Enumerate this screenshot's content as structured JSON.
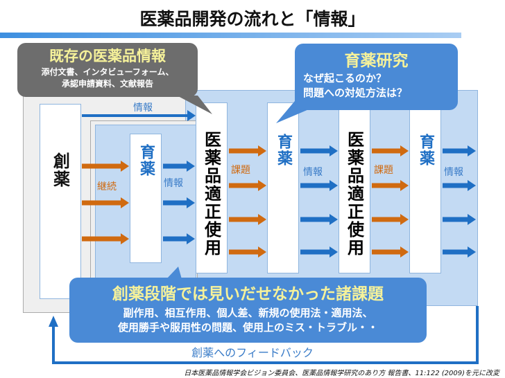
{
  "title": "医薬品開発の流れと「情報」",
  "columns": {
    "drug_discovery": "創薬",
    "ikuyaku": "育薬",
    "proper_use": "医薬品適正使用"
  },
  "labels": {
    "info": "情報",
    "continuation": "継続",
    "issues": "課題"
  },
  "callout_existing": {
    "heading": "既存の医薬品情報",
    "line1": "添付文書、インタビューフォーム、",
    "line2": "承認申請資料、文献報告"
  },
  "callout_research": {
    "heading": "育薬研究",
    "line1": "なぜ起こるのか？",
    "line2": "問題への対処方法は？"
  },
  "callout_issues": {
    "heading": "創薬段階では見いだせなかった諸課題",
    "line1": "副作用、相互作用、個人差、新規の使用法・適用法、",
    "line2": "使用勝手や服用性の問題、使用上のミス・トラブル・・"
  },
  "feedback": "創薬へのフィードバック",
  "citation": "日本医薬品情報学会ビジョン委員会、医薬品情報学研究のあり方 報告書、11:122 (2009)を元に改変",
  "colors": {
    "orange": "#d06a10",
    "blue": "#1f6fc4",
    "light_blue": "#c3daf3",
    "gray": "#6d6d6d"
  }
}
